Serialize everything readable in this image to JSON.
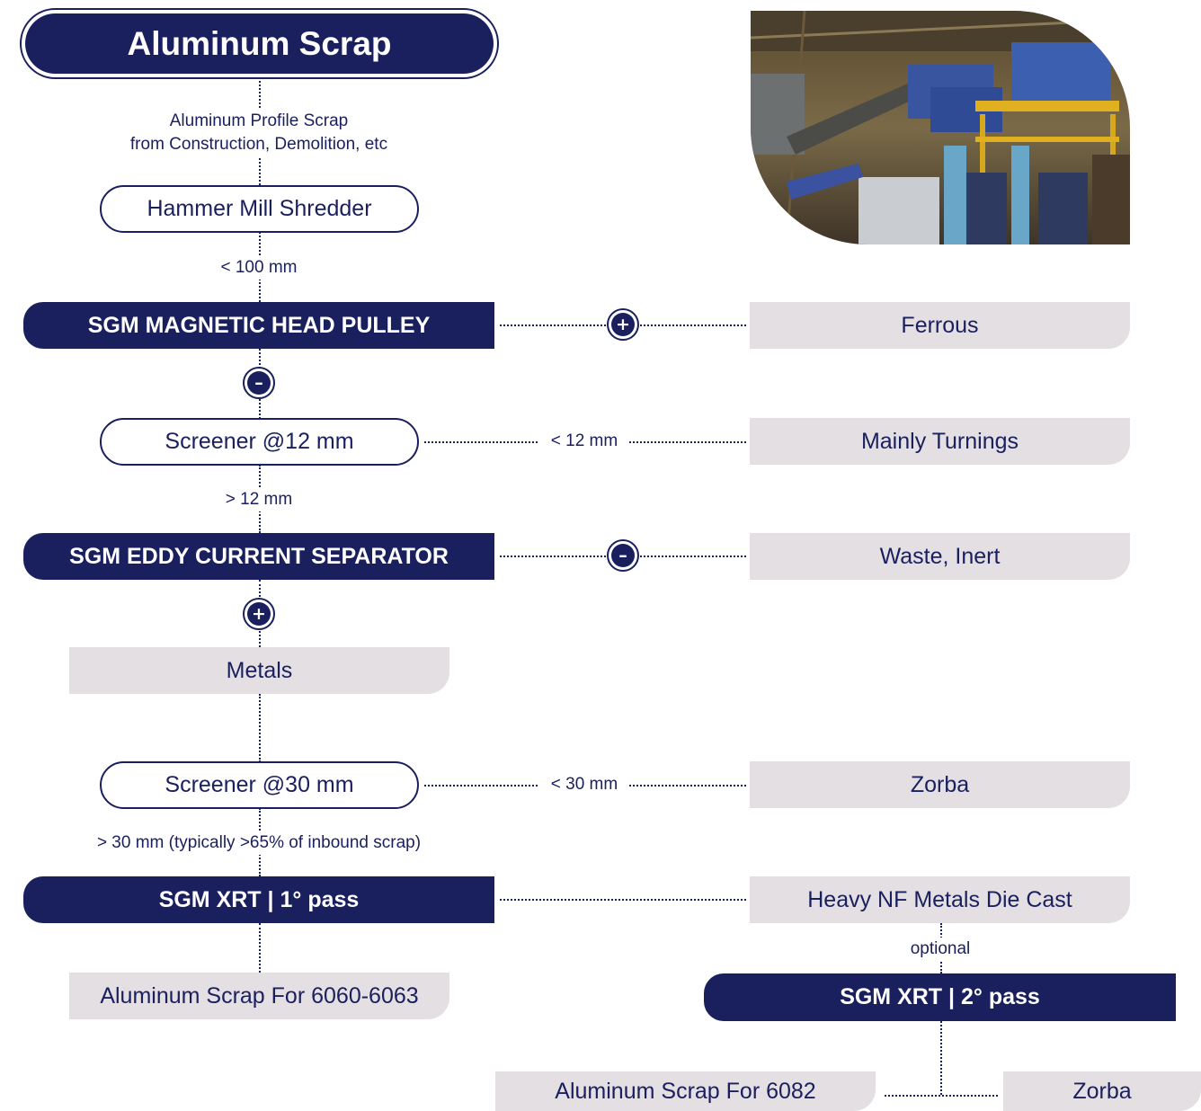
{
  "title": "Aluminum Scrap",
  "input_label_line1": "Aluminum Profile Scrap",
  "input_label_line2": "from Construction, Demolition, etc",
  "hammer": "Hammer Mill Shredder",
  "lbl_100": "< 100 mm",
  "magnetic": "SGM MAGNETIC HEAD PULLEY",
  "ferrous": "Ferrous",
  "screener12": "Screener @12 mm",
  "lbl_lt12": "< 12 mm",
  "turnings": "Mainly Turnings",
  "lbl_gt12": "> 12 mm",
  "eddy": "SGM EDDY CURRENT SEPARATOR",
  "waste": "Waste, Inert",
  "metals": "Metals",
  "screener30": "Screener @30 mm",
  "lbl_lt30": "< 30 mm",
  "zorba1": "Zorba",
  "lbl_gt30": "> 30 mm (typically >65% of inbound scrap)",
  "xrt1": "SGM XRT | 1° pass",
  "heavy": "Heavy NF Metals Die Cast",
  "alu6060": "Aluminum Scrap For 6060-6063",
  "optional": "optional",
  "xrt2": "SGM XRT | 2° pass",
  "alu6082": "Aluminum Scrap For 6082",
  "zorba2": "Zorba",
  "signs": {
    "plus": "+",
    "minus": "–"
  },
  "colors": {
    "navy": "#1a1f5e",
    "grey": "#e3dfe3"
  }
}
